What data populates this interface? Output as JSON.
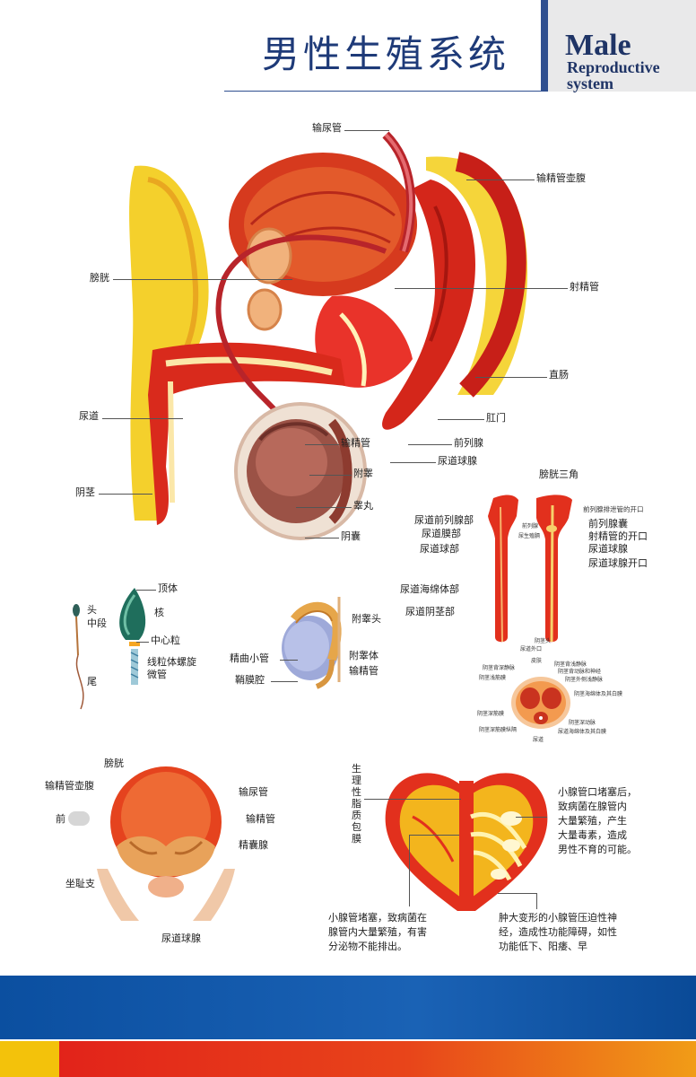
{
  "header": {
    "title_cn": "男性生殖系统",
    "title_en_1": "Male",
    "title_en_2": "Reproductive",
    "title_en_3": "system"
  },
  "main_section": {
    "labels": {
      "ureter": "输尿管",
      "ampulla": "输精管壶腹",
      "bladder": "膀胱",
      "ejaculatory_duct": "射精管",
      "rectum": "直肠",
      "urethra": "尿道",
      "anus": "肛门",
      "vas_deferens": "输精管",
      "prostate": "前列腺",
      "bulbourethral_gland": "尿道球腺",
      "epididymis": "附睾",
      "penis": "阴茎",
      "testis": "睾丸",
      "scrotum": "阴囊"
    }
  },
  "sperm_section": {
    "labels": {
      "acrosome": "顶体",
      "head": "头",
      "midpiece": "中段",
      "nucleus": "核",
      "centriole": "中心粒",
      "mito_sheath_1": "线粒体螺旋",
      "mito_sheath_2": "微管",
      "tail": "尾"
    }
  },
  "testis_section": {
    "labels": {
      "epididymis_head": "附睾头",
      "seminiferous_tubule": "精曲小管",
      "epididymis_body": "附睾体",
      "tunica_cavity": "鞘膜腔",
      "vas_deferens": "输精管"
    }
  },
  "urethra_section": {
    "labels": {
      "trigone": "膀胱三角",
      "prostatic_duct_openings": "前列腺排泄管的开口",
      "prostatic_urethra": "尿道前列腺部",
      "membranous_urethra": "尿道膜部",
      "bulbous_urethra": "尿道球部",
      "prostatic_utricle": "前列腺囊",
      "ejaculatory_opening": "射精管的开口",
      "bulbourethral": "尿道球腺",
      "bulbourethral_opening": "尿道球腺开口",
      "spongy_urethra": "尿道海绵体部",
      "penile_urethra": "尿道阴茎部",
      "small_prostate": "前列腺",
      "small_sphincter": "尿生殖膈",
      "glans": "阴茎头",
      "ext_orifice": "尿道外口"
    }
  },
  "cross_section": {
    "labels": {
      "skin": "皮肤",
      "superficial_vein": "阴茎背浅静脉",
      "deep_vein": "阴茎背深静脉",
      "artery_nerve": "阴茎背动脉和神经",
      "fascia_superficial": "阴茎浅筋膜",
      "lateral_vein": "阴茎外侧浅静脉",
      "cavernosum_albuginea": "阴茎海绵体及其白膜",
      "deep_fascia": "阴茎深筋膜",
      "deep_artery": "阴茎深动脉",
      "septum": "阴茎深筋膜纵隔",
      "urethra": "尿道",
      "spongiosum_albuginea": "尿道海绵体及其白膜"
    }
  },
  "posterior_section": {
    "labels": {
      "bladder": "膀胱",
      "ampulla": "输精管壶腹",
      "ureter": "输尿管",
      "prostate_partial": "前",
      "vas_deferens": "输精管",
      "seminal_vesicle": "精囊腺",
      "ischial_ramus": "坐耻支",
      "bulbourethral": "尿道球腺"
    }
  },
  "prostate_section": {
    "vertical_label": "生理性脂质包膜",
    "right_text_lines": [
      "小腺管口堵塞后，",
      "致病菌在腺管内",
      "大量繁殖，产生",
      "大量毒素，造成",
      "男性不育的可能。"
    ],
    "bottom_left_lines": [
      "小腺管堵塞，致病菌在",
      "腺管内大量繁殖，有害",
      "分泌物不能排出。"
    ],
    "bottom_right_lines": [
      "肿大变形的小腺管压迫性神",
      "经，造成性功能障碍，如性",
      "功能低下、阳痿、早"
    ]
  },
  "colors": {
    "title_blue": "#1e3a78",
    "muscle_red": "#d8301f",
    "fat_yellow": "#f6d22a",
    "band_blue": "#0b4fa0",
    "band_red": "#e2231a",
    "band_yellow": "#f3c20b"
  }
}
